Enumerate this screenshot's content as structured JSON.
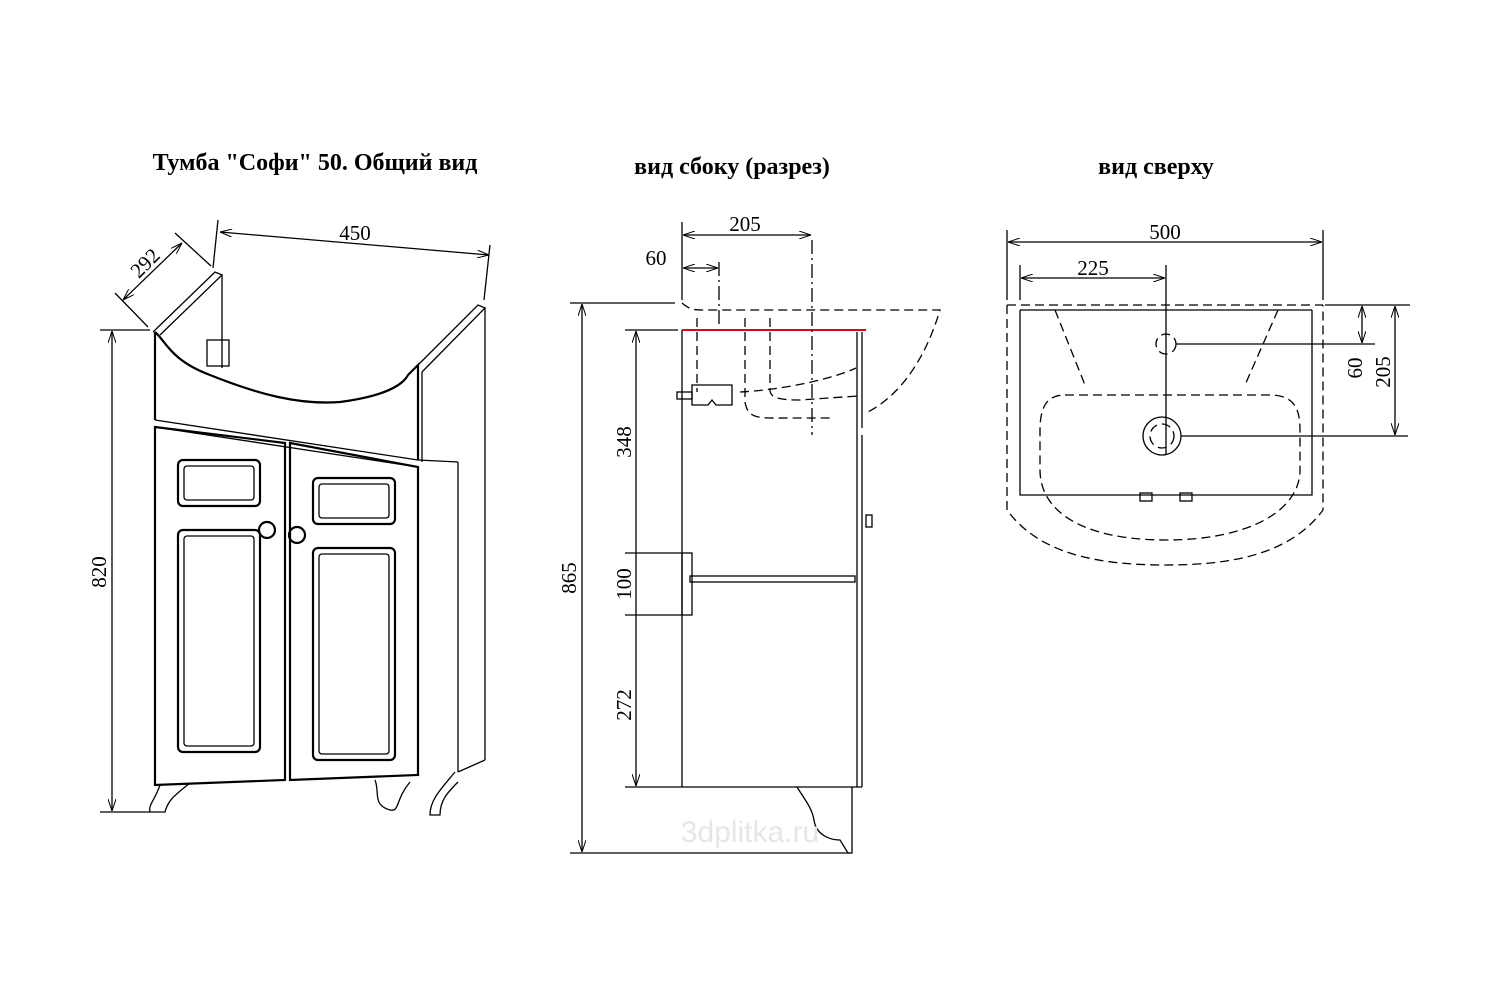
{
  "titles": {
    "general_view": "Тумба \"Софи\" 50. Общий вид",
    "side_view": "вид сбоку (разрез)",
    "top_view": "вид сверху"
  },
  "general_view_dims": {
    "width": "450",
    "depth": "292",
    "height": "820"
  },
  "side_view_dims": {
    "depth_to_drain": "205",
    "depth_to_siphon": "60",
    "total_height": "865",
    "upper_section": "348",
    "shelf_zone": "100",
    "lower_section": "272"
  },
  "top_view_dims": {
    "width": "500",
    "half_width": "225",
    "tap_offset": "60",
    "drain_offset": "205"
  },
  "accent_color": "#e0001b",
  "watermark": "3dplitka.ru"
}
